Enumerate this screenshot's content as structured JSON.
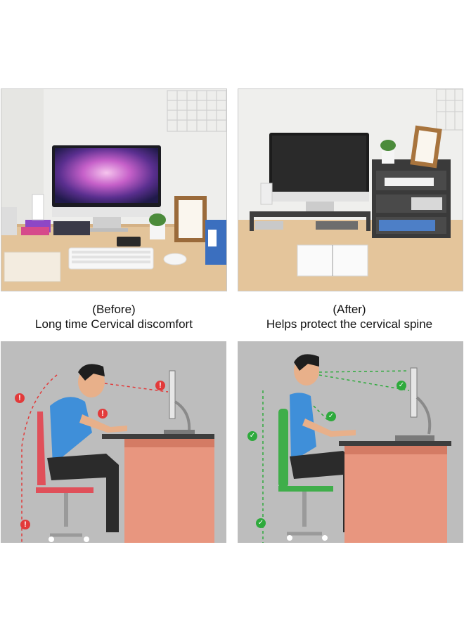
{
  "before": {
    "tag": "(Before)",
    "caption": "Long time Cervical discomfort",
    "indicator_icon": "exclamation-icon",
    "indicator_color": "#e23a3a"
  },
  "after": {
    "tag": "(After)",
    "caption": "Helps protect the cervical spine",
    "indicator_icon": "check-icon",
    "indicator_color": "#2eaa3c"
  },
  "colors": {
    "illustration_bg": "#bdbdbd",
    "desk_top": "#3d3d3d",
    "desk_front": "#e8967f",
    "shirt": "#3f8fd9",
    "pants": "#2b2b2b",
    "before_chair": "#e0505a",
    "after_chair": "#3fae4a",
    "wood_desk": "#e3c49a"
  }
}
